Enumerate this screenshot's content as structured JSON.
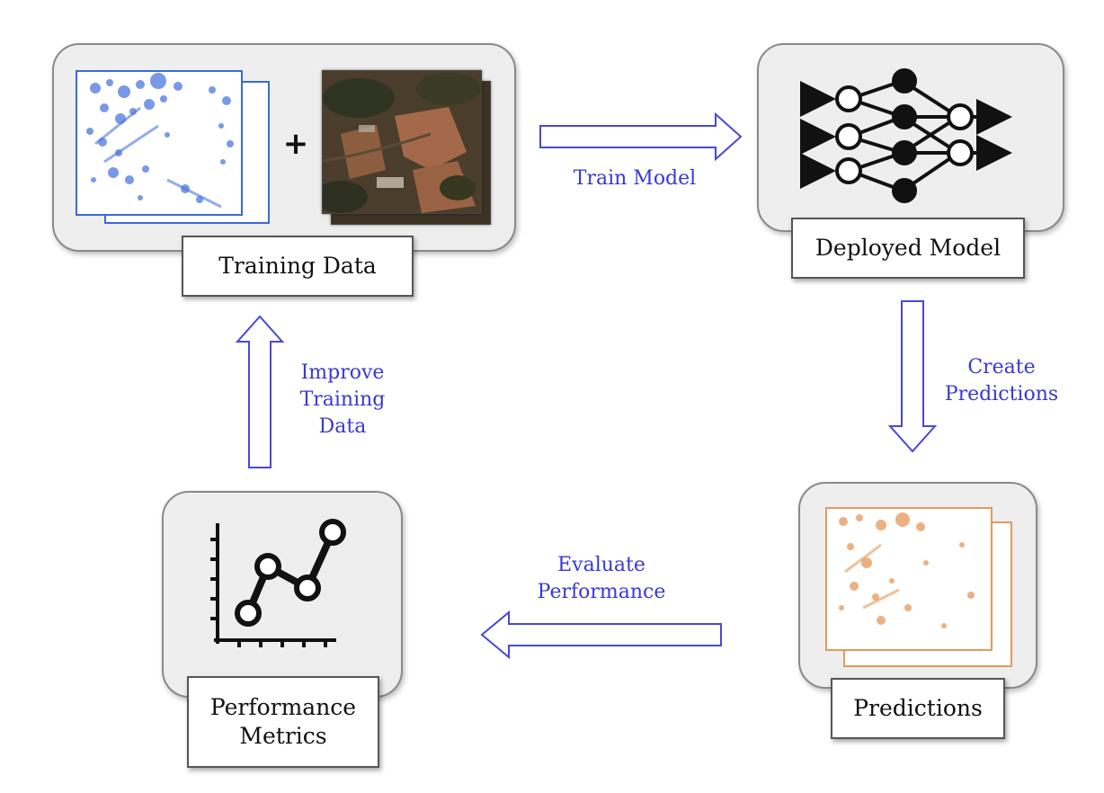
{
  "nodes": {
    "training_data": "Training Data",
    "deployed_model": "Deployed Model",
    "predictions": "Predictions",
    "performance_metrics": [
      "Performance",
      "Metrics"
    ]
  },
  "edges": {
    "train_model": "Train Model",
    "create_predictions": [
      "Create",
      "Predictions"
    ],
    "evaluate_performance": [
      "Evaluate",
      "Performance"
    ],
    "improve_training_data": [
      "Improve",
      "Training",
      "Data"
    ]
  },
  "plus_sign": "+",
  "colors": {
    "arrow_stroke": "#4a47d8",
    "label_text": "#3a38d6",
    "mask_blue": "#3a6ad8",
    "mask_orange": "#e29a5c",
    "panel_fill": "#eeeeee"
  },
  "icons": {
    "model": "neural-network-icon",
    "metrics": "line-chart-icon"
  }
}
